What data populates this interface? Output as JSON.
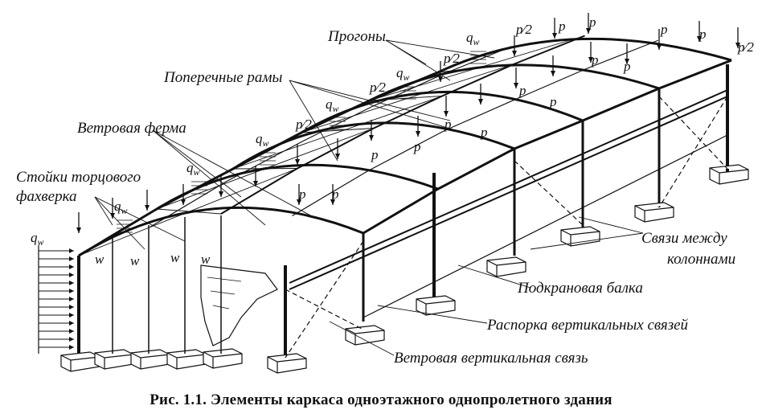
{
  "labels": {
    "purlins": "Прогоны",
    "cross_frames": "Поперечные рамы",
    "wind_truss": "Ветровая ферма",
    "end_posts_line1": "Стойки торцового",
    "end_posts_line2": "фахверка",
    "column_bracing_line1": "Связи между",
    "column_bracing_line2": "колоннами",
    "crane_beam": "Подкрановая балка",
    "vertical_strut": "Распорка вертикальных связей",
    "wind_vertical_bracing": "Ветровая вертикальная связь"
  },
  "loads": {
    "p": "p",
    "p_half": "p⁄2",
    "qw": "q",
    "qw_sub": "w",
    "w": "w"
  },
  "caption": "Рис. 1.1. Элементы каркаса одноэтажного однопролетного здания",
  "colors": {
    "ink": "#111111",
    "background": "#ffffff"
  }
}
